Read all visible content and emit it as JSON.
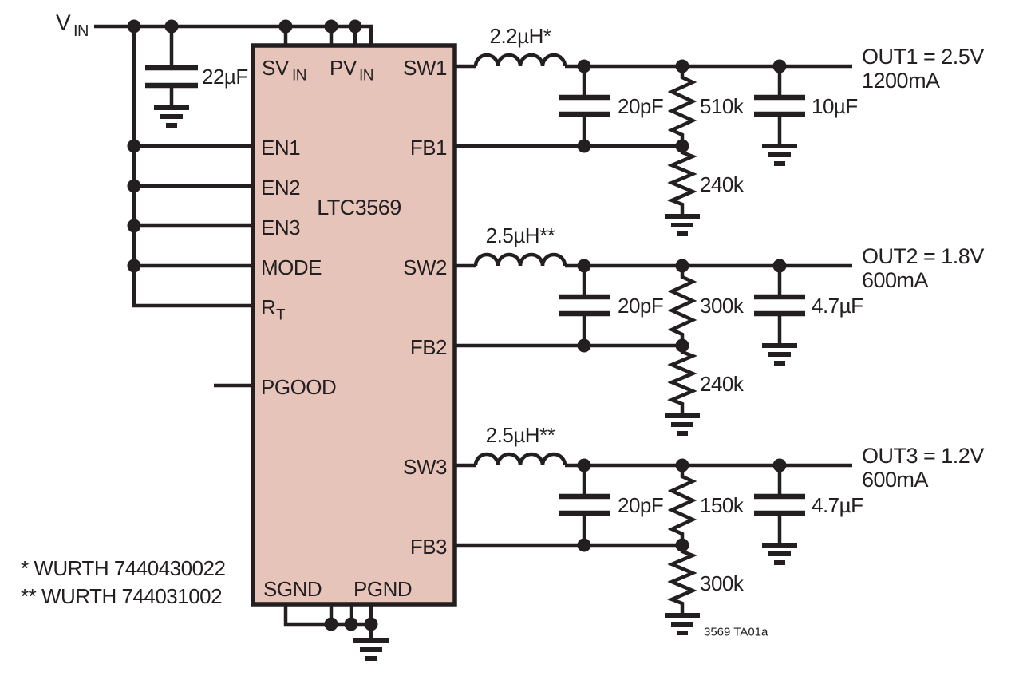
{
  "meta": {
    "caption": "3569 TA01a"
  },
  "colors": {
    "background": "#ffffff",
    "chip_fill": "#e7c4ba",
    "line": "#231f20"
  },
  "input": {
    "vin_main": "V",
    "vin_sub": "IN",
    "input_cap_value": "22µF"
  },
  "chip": {
    "part": "LTC3569",
    "pins": {
      "svin_main": "SV",
      "svin_sub": "IN",
      "pvin_main": "PV",
      "pvin_sub": "IN",
      "sw1": "SW1",
      "fb1": "FB1",
      "sw2": "SW2",
      "fb2": "FB2",
      "sw3": "SW3",
      "fb3": "FB3",
      "en1": "EN1",
      "en2": "EN2",
      "en3": "EN3",
      "mode": "MODE",
      "rt_main": "R",
      "rt_sub": "T",
      "pgood": "PGOOD",
      "sgnd": "SGND",
      "pgnd": "PGND"
    }
  },
  "channels": [
    {
      "inductor": "2.2µH*",
      "ff_cap": "20pF",
      "r_top": "510k",
      "r_bottom": "240k",
      "out_cap": "10µF",
      "out_voltage": "OUT1 = 2.5V",
      "out_current": "1200mA"
    },
    {
      "inductor": "2.5µH**",
      "ff_cap": "20pF",
      "r_top": "300k",
      "r_bottom": "240k",
      "out_cap": "4.7µF",
      "out_voltage": "OUT2 = 1.8V",
      "out_current": "600mA"
    },
    {
      "inductor": "2.5µH**",
      "ff_cap": "20pF",
      "r_top": "150k",
      "r_bottom": "300k",
      "out_cap": "4.7µF",
      "out_voltage": "OUT3 = 1.2V",
      "out_current": "600mA"
    }
  ],
  "notes": {
    "line1": "* WURTH 7440430022",
    "line2": "** WURTH 744031002"
  }
}
